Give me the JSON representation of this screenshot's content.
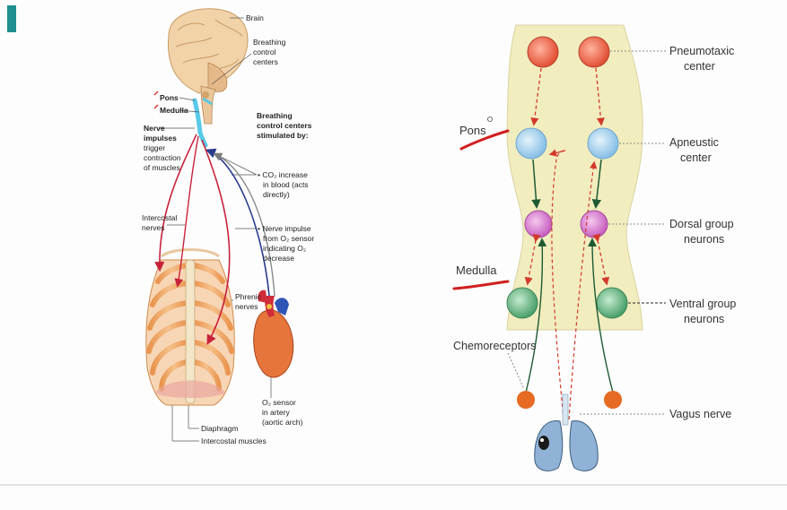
{
  "slide": {
    "accent_color": "#1f8f8f"
  },
  "left_figure": {
    "labels": {
      "brain": "Brain",
      "breathing_centers": [
        "Breathing",
        "control",
        "centers"
      ],
      "pons": "Pons",
      "medulla": "Medulla",
      "nerve_impulses": [
        "Nerve",
        "impulses",
        "trigger",
        "contraction",
        "of muscles"
      ],
      "stimulated_by": [
        "Breathing",
        "control centers",
        "stimulated by:"
      ],
      "co2": [
        "• CO₂ increase",
        "in blood (acts",
        "directly)"
      ],
      "nerve_o2": [
        "• Nerve impulse",
        "from O₂ sensor",
        "indicating O₂",
        "decrease"
      ],
      "intercostal_nerves": [
        "Intercostal",
        "nerves"
      ],
      "phrenic": [
        "Phrenic",
        "nerves"
      ],
      "o2_sensor": [
        "O₂ sensor",
        "in artery",
        "(aortic arch)"
      ],
      "diaphragm": "Diaphragm",
      "intercostal_muscles": "Intercostal muscles"
    }
  },
  "right_figure": {
    "labels": {
      "pneumotaxic": [
        "Pneumotaxic",
        "center"
      ],
      "apneustic": [
        "Apneustic",
        "center"
      ],
      "dorsal": [
        "Dorsal group",
        "neurons"
      ],
      "ventral": [
        "Ventral group",
        "neurons"
      ],
      "pons": "Pons",
      "medulla": "Medulla",
      "chemoreceptors": "Chemoreceptors",
      "vagus": "Vagus nerve"
    },
    "colors": {
      "brainstem": "#f1edbf",
      "pneumotaxic": "#ee6a4c",
      "apneustic": "#a9d4ee",
      "dorsal": "#d77fd0",
      "ventral": "#6fb98a",
      "chemoreceptor": "#e66a22",
      "lung": "#8fb2d6"
    }
  }
}
